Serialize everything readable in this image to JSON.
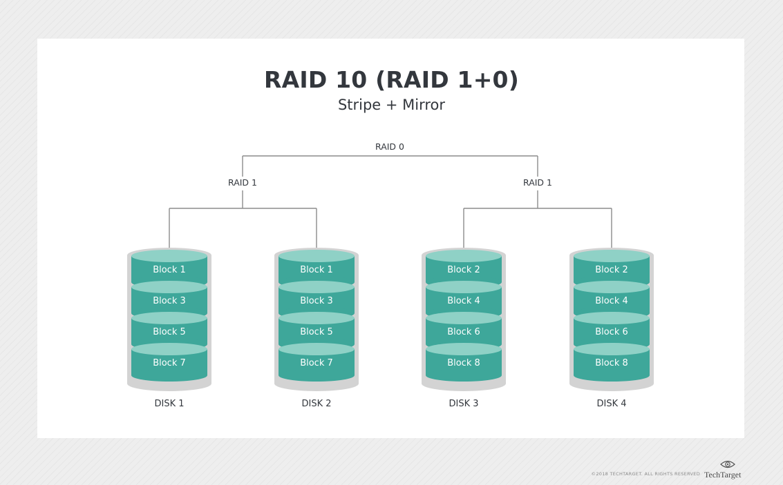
{
  "title": "RAID 10 (RAID 1+0)",
  "subtitle": "Stripe + Mirror",
  "root_label": "RAID 0",
  "groups": [
    {
      "label": "RAID 1"
    },
    {
      "label": "RAID 1"
    }
  ],
  "disks": [
    {
      "label": "DISK 1",
      "blocks": [
        "Block 1",
        "Block 3",
        "Block 5",
        "Block 7"
      ]
    },
    {
      "label": "DISK 2",
      "blocks": [
        "Block 1",
        "Block 3",
        "Block 5",
        "Block 7"
      ]
    },
    {
      "label": "DISK 3",
      "blocks": [
        "Block 2",
        "Block 4",
        "Block 6",
        "Block 8"
      ]
    },
    {
      "label": "DISK 4",
      "blocks": [
        "Block 2",
        "Block 4",
        "Block 6",
        "Block 8"
      ]
    }
  ],
  "colors": {
    "block_fill": "#3ea79a",
    "block_top": "#8fd1c6",
    "disk_casing": "#d3d3d3",
    "connector": "#8c8c8c",
    "text_dark": "#33373d"
  },
  "footer": {
    "copyright": "©2018 TECHTARGET. ALL RIGHTS RESERVED",
    "brand": "TechTarget"
  }
}
